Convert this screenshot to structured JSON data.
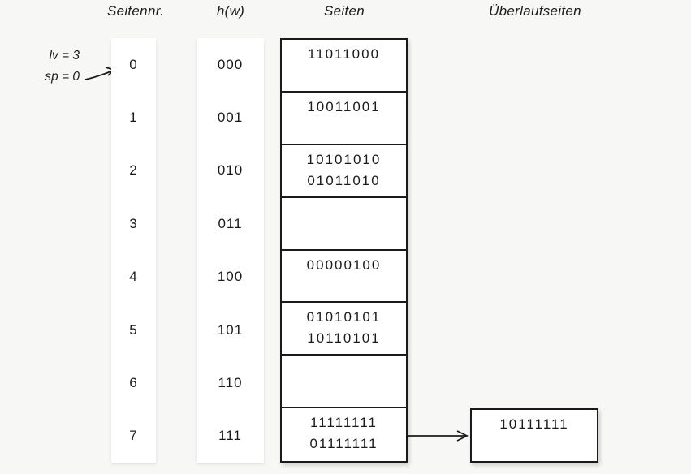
{
  "colors": {
    "background": "#f7f7f5",
    "page_fill": "#ffffff",
    "line": "#1a1a1a",
    "text": "#1b1b1b"
  },
  "headers": {
    "page_number": "Seitennr.",
    "hash_function": "h(w)",
    "pages": "Seiten",
    "overflow_pages": "Überlaufseiten"
  },
  "annotation": {
    "level": "lv = 3",
    "split_pointer": "sp = 0"
  },
  "buckets": [
    {
      "nr": "0",
      "hash": "000",
      "entries": [
        "11011000"
      ]
    },
    {
      "nr": "1",
      "hash": "001",
      "entries": [
        "10011001"
      ]
    },
    {
      "nr": "2",
      "hash": "010",
      "entries": [
        "10101010",
        "01011010"
      ]
    },
    {
      "nr": "3",
      "hash": "011",
      "entries": []
    },
    {
      "nr": "4",
      "hash": "100",
      "entries": [
        "00000100"
      ]
    },
    {
      "nr": "5",
      "hash": "101",
      "entries": [
        "01010101",
        "10110101"
      ]
    },
    {
      "nr": "6",
      "hash": "110",
      "entries": []
    },
    {
      "nr": "7",
      "hash": "111",
      "entries": [
        "11111111",
        "01111111"
      ]
    }
  ],
  "overflow": {
    "attached_to_bucket": "7",
    "entries": [
      "10111111"
    ]
  }
}
